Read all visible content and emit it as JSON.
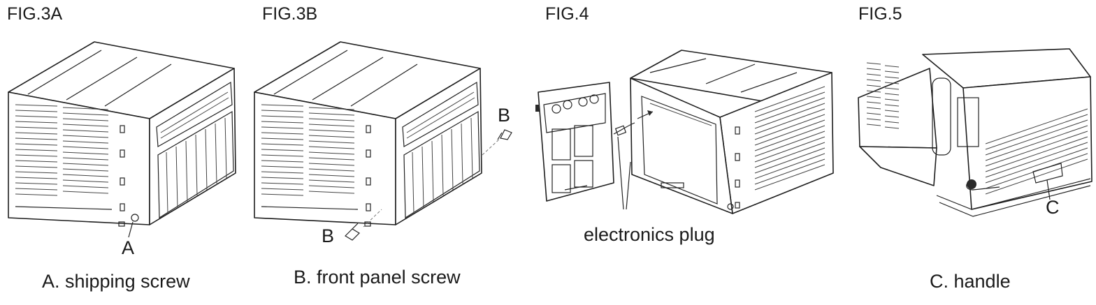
{
  "figures": [
    {
      "id": "FIG.3A",
      "caption": "A. shipping screw",
      "callouts": [
        "A"
      ]
    },
    {
      "id": "FIG.3B",
      "caption": "B. front panel screw",
      "callouts": [
        "B",
        "B"
      ]
    },
    {
      "id": "FIG.4",
      "caption": "electronics plug",
      "callouts": []
    },
    {
      "id": "FIG.5",
      "caption": "C. handle",
      "callouts": [
        "C"
      ]
    }
  ]
}
